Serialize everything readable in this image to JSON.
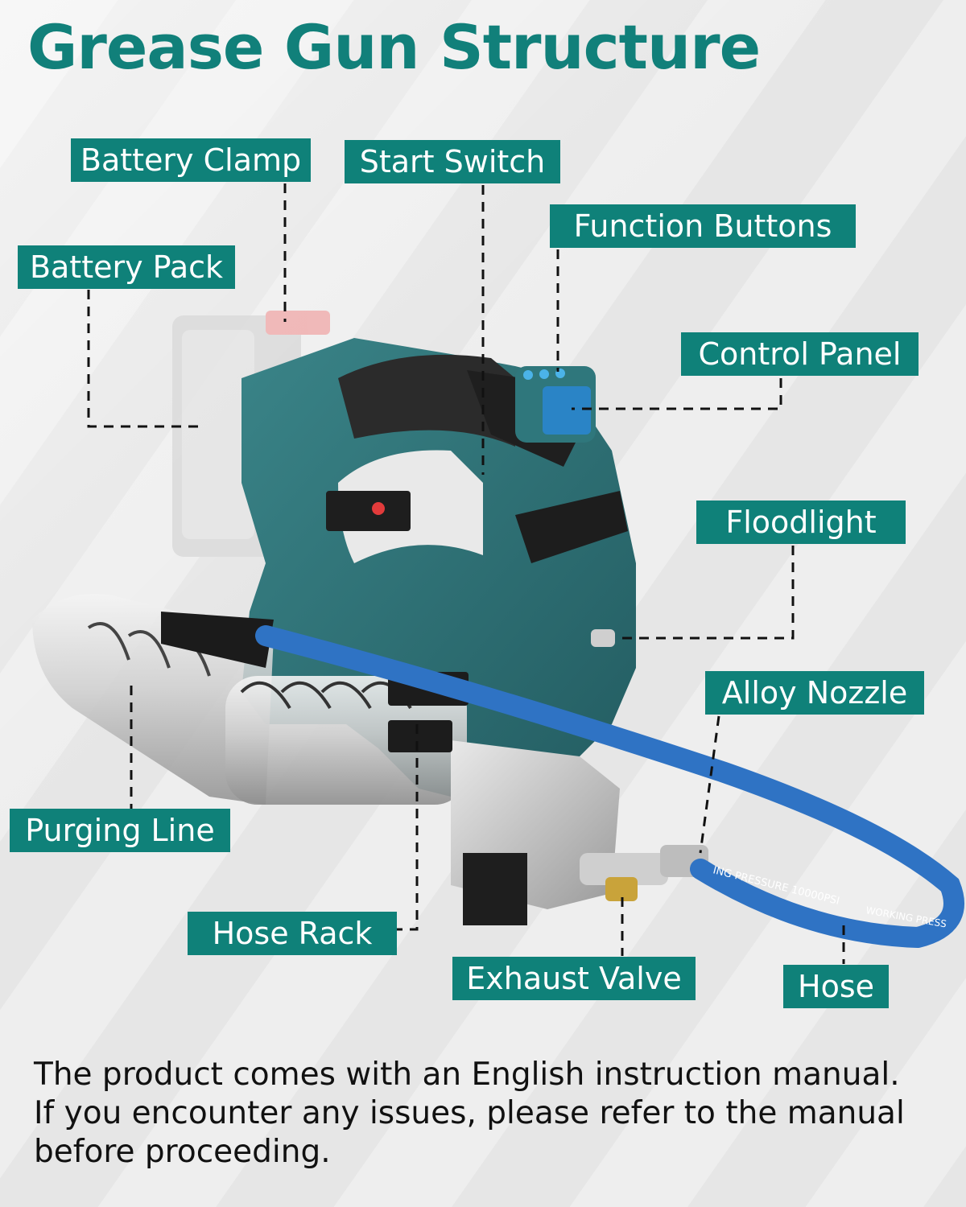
{
  "title": "Grease Gun Structure",
  "labels": {
    "battery_clamp": "Battery Clamp",
    "start_switch": "Start Switch",
    "function_buttons": "Function Buttons",
    "battery_pack": "Battery Pack",
    "control_panel": "Control Panel",
    "floodlight": "Floodlight",
    "alloy_nozzle": "Alloy Nozzle",
    "purging_line": "Purging Line",
    "hose_rack": "Hose Rack",
    "exhaust_valve": "Exhaust Valve",
    "hose": "Hose"
  },
  "caption": {
    "line1": "The product comes with an English instruction manual.",
    "line2": "If you encounter any issues, please refer to the manual",
    "line3": "before proceeding."
  },
  "hose_text": "ING PRESSURE 10000PSI",
  "hose_text_2": "WORKING PRESS",
  "colors": {
    "accent": "#0f8179",
    "title": "#11807a",
    "body_teal": "#2d6f74",
    "hose_blue": "#2f73c4"
  }
}
